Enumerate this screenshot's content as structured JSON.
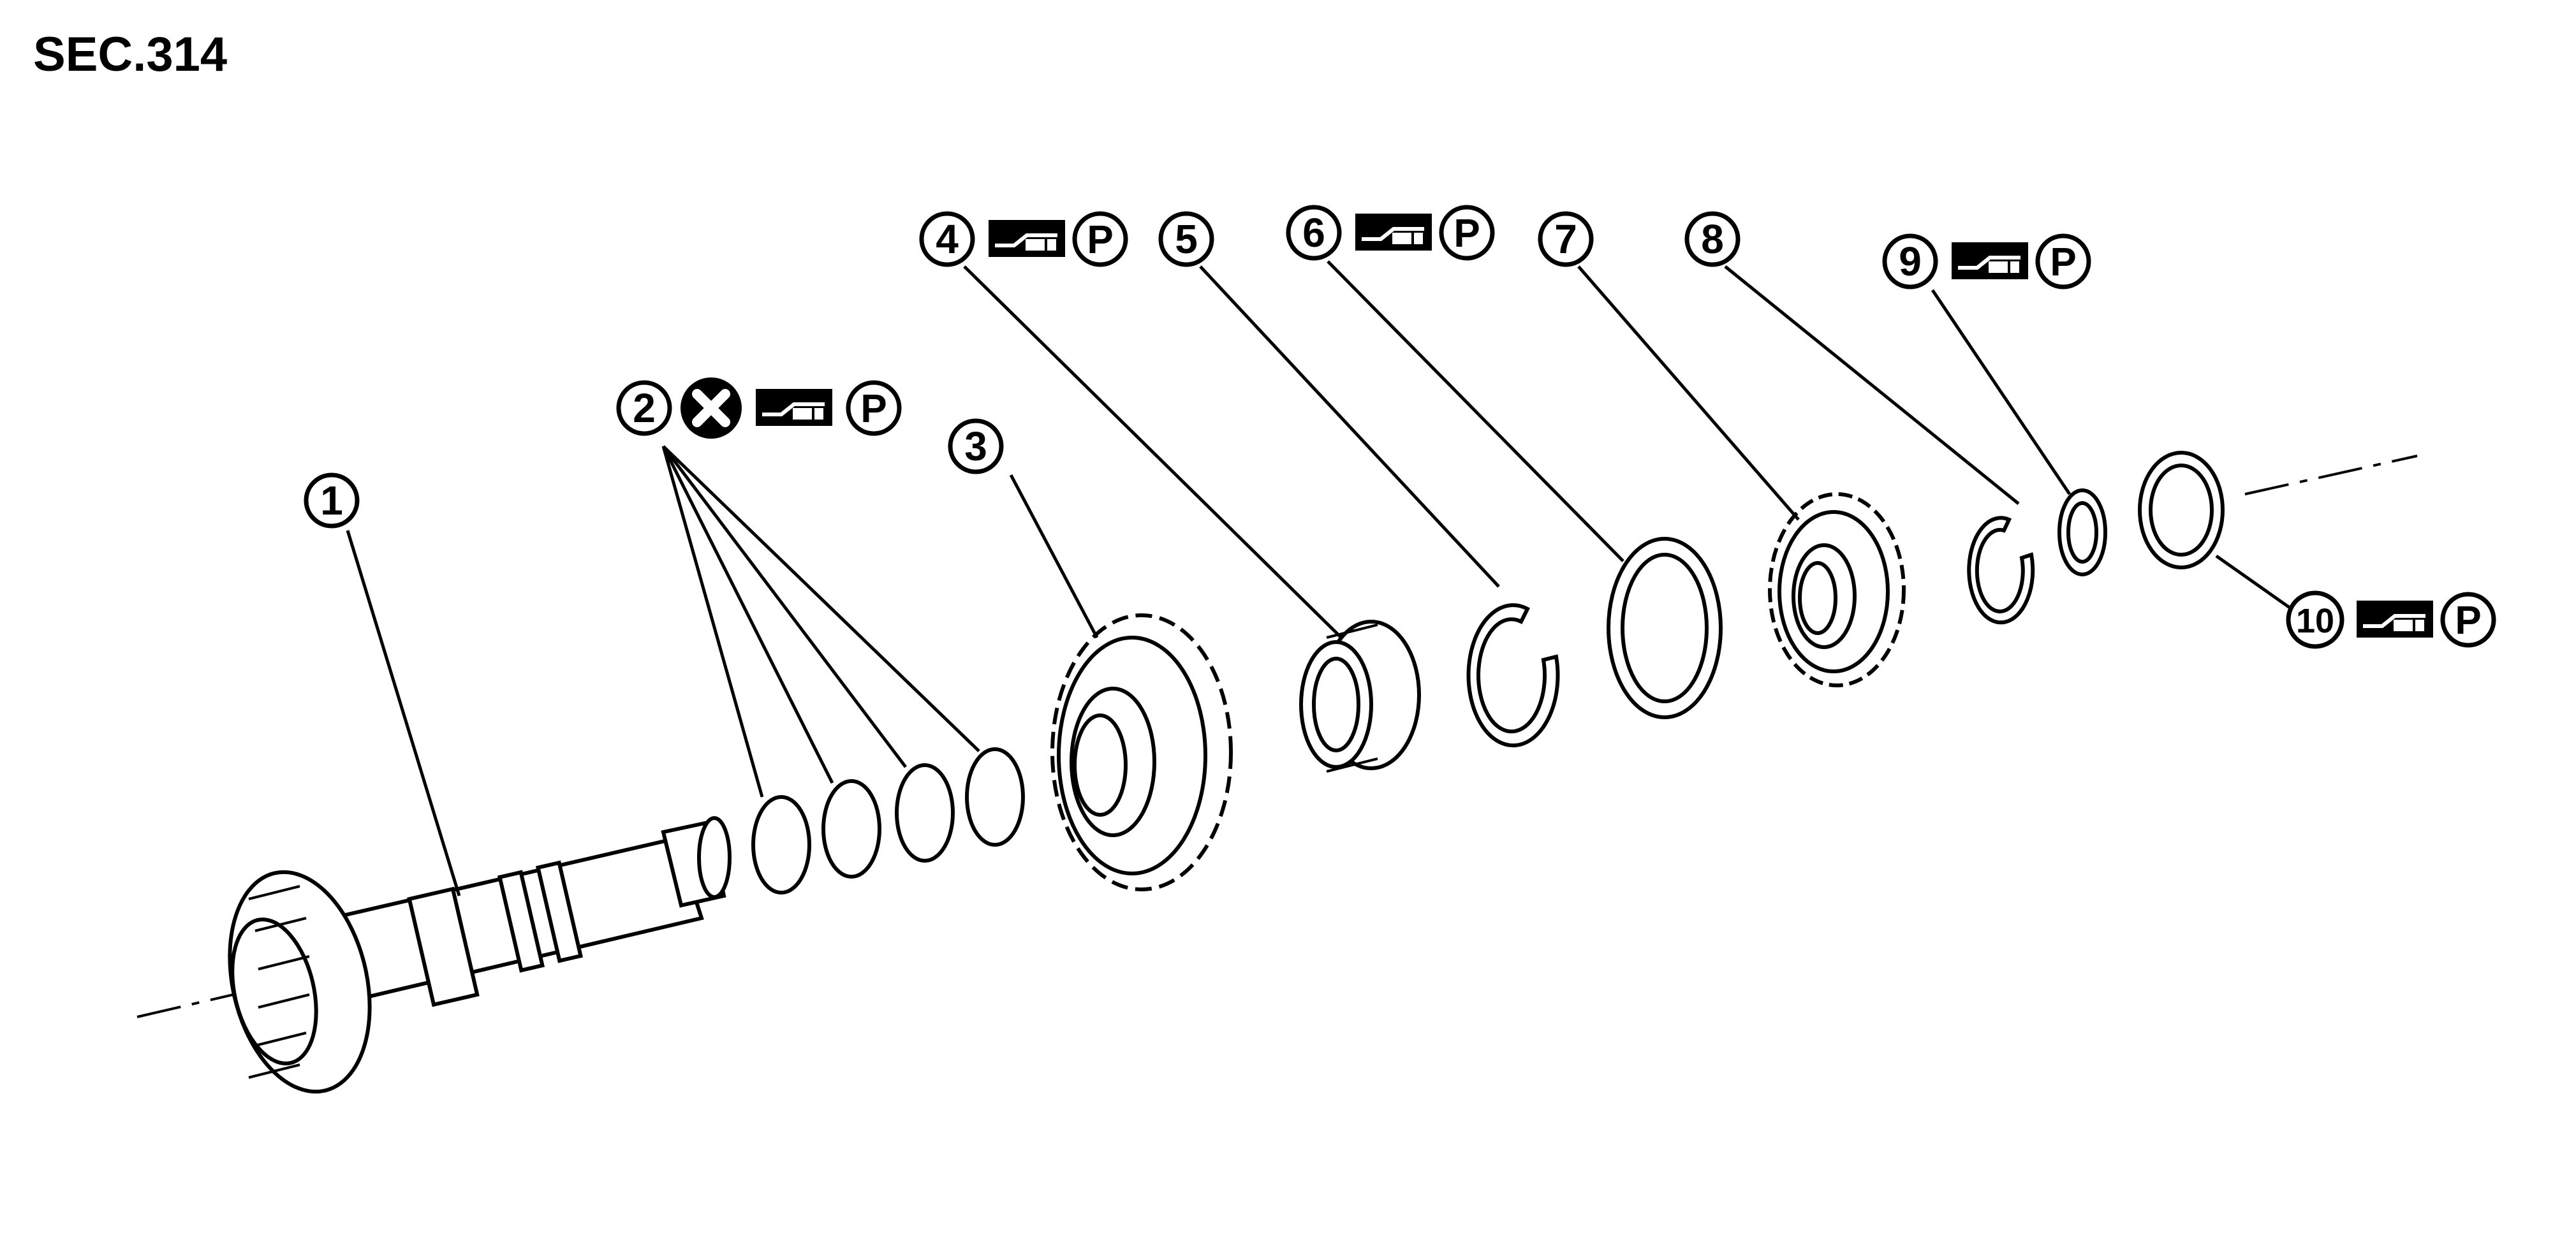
{
  "section_code": "SEC.314",
  "callouts": [
    {
      "number": "1",
      "symbols": []
    },
    {
      "number": "2",
      "symbols": [
        "x-mark-icon",
        "grease-icon",
        "p-icon"
      ]
    },
    {
      "number": "3",
      "symbols": []
    },
    {
      "number": "4",
      "symbols": [
        "grease-icon",
        "p-icon"
      ]
    },
    {
      "number": "5",
      "symbols": []
    },
    {
      "number": "6",
      "symbols": [
        "grease-icon",
        "p-icon"
      ]
    },
    {
      "number": "7",
      "symbols": []
    },
    {
      "number": "8",
      "symbols": []
    },
    {
      "number": "9",
      "symbols": [
        "grease-icon",
        "p-icon"
      ]
    },
    {
      "number": "10",
      "symbols": [
        "grease-icon",
        "p-icon"
      ]
    }
  ],
  "symbol_letter": "P"
}
